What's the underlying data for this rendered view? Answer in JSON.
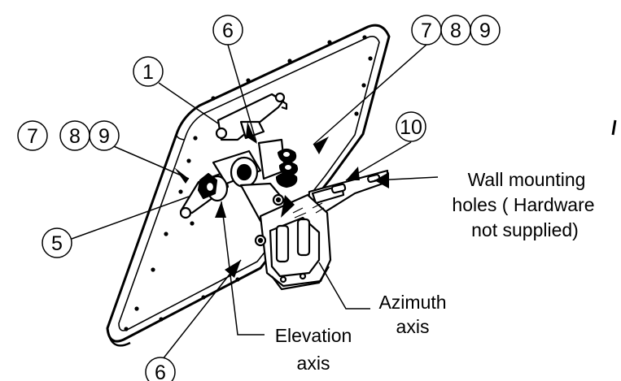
{
  "callouts": {
    "c1": "1",
    "c6_top": "6",
    "c6_bottom": "6",
    "c5": "5",
    "c10": "10",
    "left_group": [
      "7",
      "8",
      "9"
    ],
    "right_group": [
      "7",
      "8",
      "9"
    ]
  },
  "labels": {
    "wall_line1": "Wall mounting",
    "wall_line2": "holes ( Hardware",
    "wall_line3": "not supplied)",
    "azimuth_line1": "Azimuth",
    "azimuth_line2": "axis",
    "elevation_line1": "Elevation",
    "elevation_line2": "axis"
  },
  "colors": {
    "ink": "#000000",
    "background": "#ffffff"
  }
}
